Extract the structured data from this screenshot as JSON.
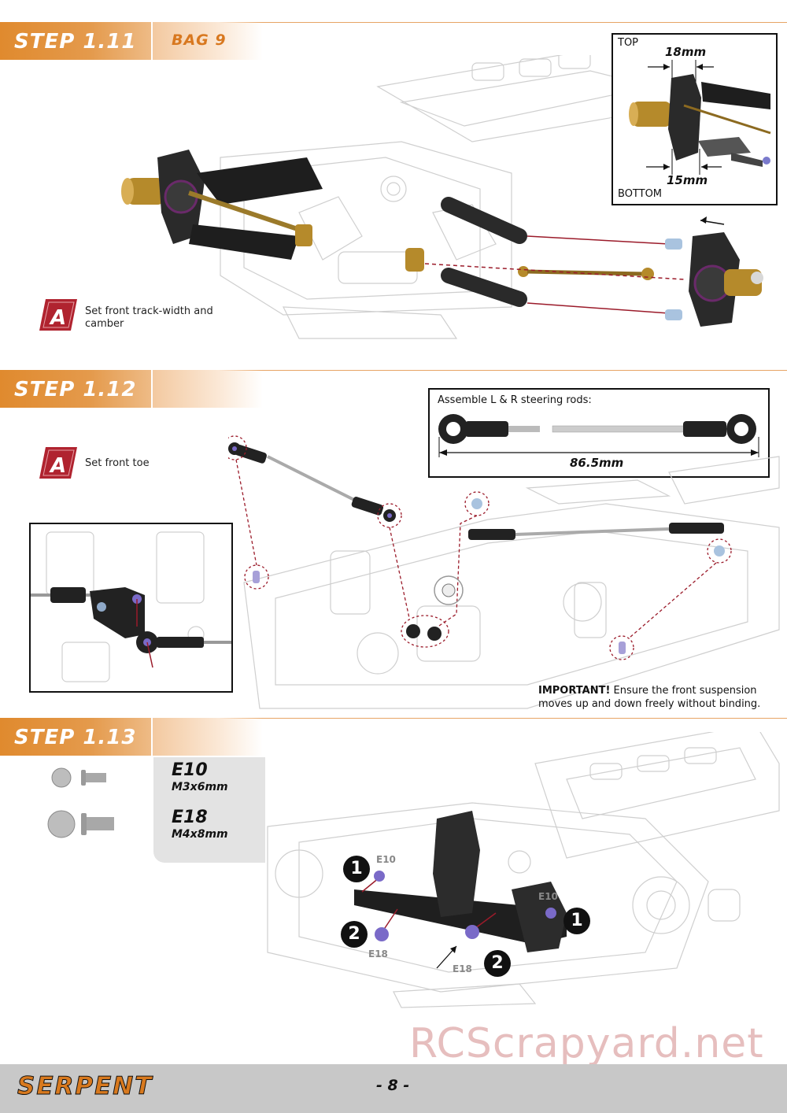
{
  "step_1_11": {
    "title": "STEP 1.11",
    "bag": "BAG 9",
    "note": "Set front track-width and camber",
    "inset": {
      "top_label": "TOP",
      "bottom_label": "BOTTOM",
      "top_dim": "18mm",
      "bottom_dim": "15mm"
    }
  },
  "step_1_12": {
    "title": "STEP 1.12",
    "note": "Set front toe",
    "rods_box": {
      "label": "Assemble L & R steering rods:",
      "dim": "86.5mm"
    },
    "important_bold": "IMPORTANT!",
    "important_text": "Ensure the front suspension",
    "important_text2": "moves up and down freely without binding."
  },
  "step_1_13": {
    "title": "STEP 1.13",
    "parts": [
      {
        "code": "E10",
        "size": "M3x6mm"
      },
      {
        "code": "E18",
        "size": "M4x8mm"
      }
    ],
    "callouts": {
      "one": "1",
      "two": "2",
      "e10": "E10",
      "e18": "E18"
    }
  },
  "footer": {
    "brand": "SERPENT",
    "page": "- 8 -",
    "watermark": "RCScrapyard.net"
  },
  "colors": {
    "accent": "#e08a2e",
    "rod_red": "#9b1b2a",
    "brass": "#b58a2b"
  },
  "icons": {
    "note": "red-a-flag-icon"
  }
}
